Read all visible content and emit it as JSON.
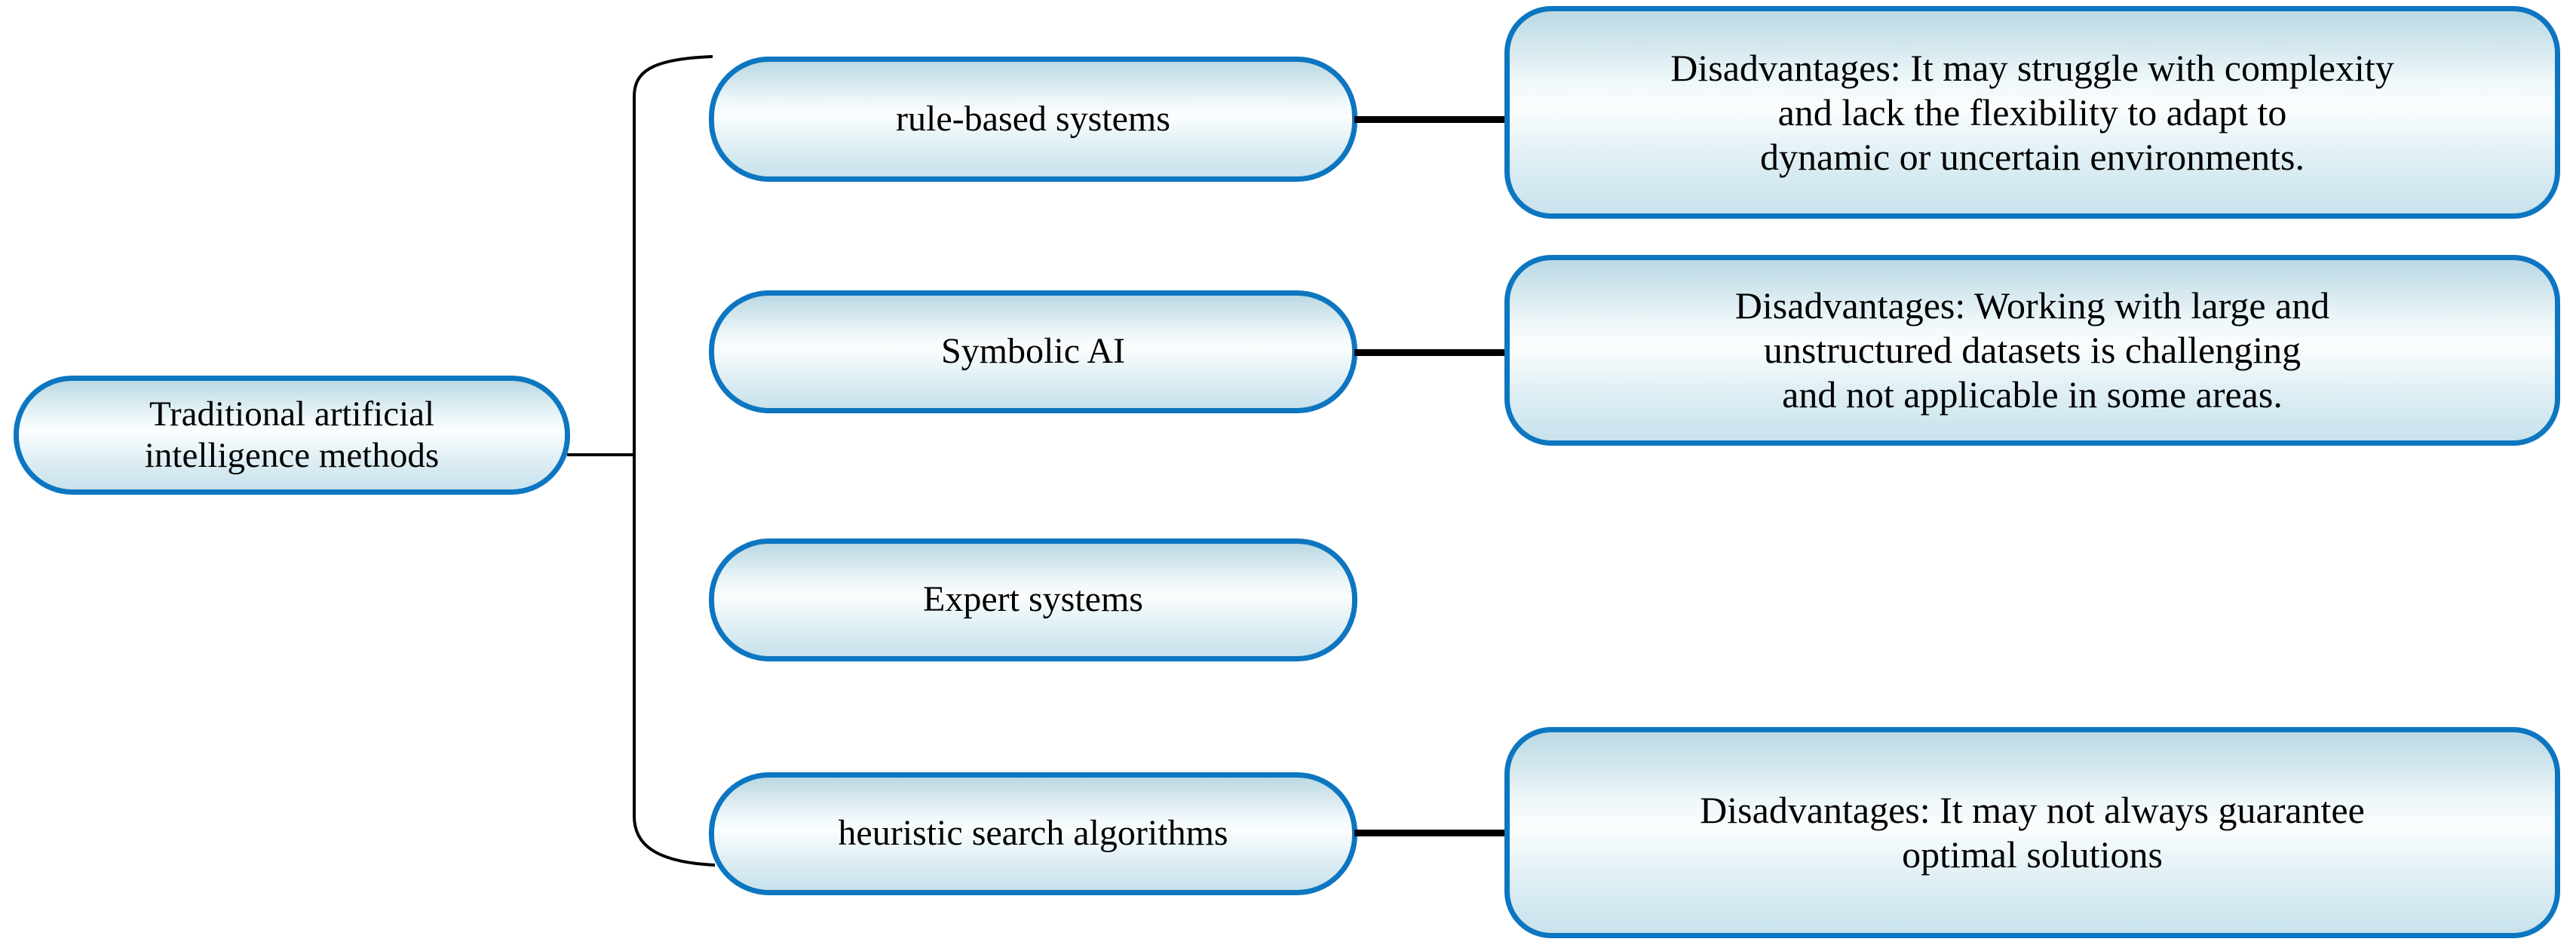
{
  "diagram": {
    "title": "Traditional artificial intelligence methods",
    "type": "tree-mindmap",
    "theme": {
      "node_border_color": "#0d76c1",
      "node_fill_top": "#bcd9e4",
      "node_fill_mid": "#fbfdfe",
      "node_fill_bottom": "#c8e2ec",
      "connector_color": "#000000",
      "text_color": "#000000",
      "background": "#ffffff"
    }
  },
  "root": {
    "label_line1": "Traditional artificial",
    "label_line2": "intelligence methods"
  },
  "categories": [
    {
      "id": "rule-based-systems",
      "label": "rule-based systems"
    },
    {
      "id": "symbolic-ai",
      "label": "Symbolic AI"
    },
    {
      "id": "expert-systems",
      "label": "Expert systems"
    },
    {
      "id": "heuristic-search-algorithms",
      "label": "heuristic search algorithms"
    }
  ],
  "disadvantages": [
    {
      "id": "rule-based-systems-disadvantage",
      "line1": "Disadvantages: It may struggle with complexity",
      "line2": "and lack the flexibility to adapt to",
      "line3": "dynamic or uncertain environments."
    },
    {
      "id": "symbolic-ai-disadvantage",
      "line1": "Disadvantages: Working with large and",
      "line2": "unstructured datasets is challenging",
      "line3": "and not applicable in some areas."
    },
    {
      "id": "heuristic-search-disadvantage",
      "line1": "Disadvantages: It may not always guarantee",
      "line2": "optimal solutions",
      "line3": ""
    }
  ]
}
